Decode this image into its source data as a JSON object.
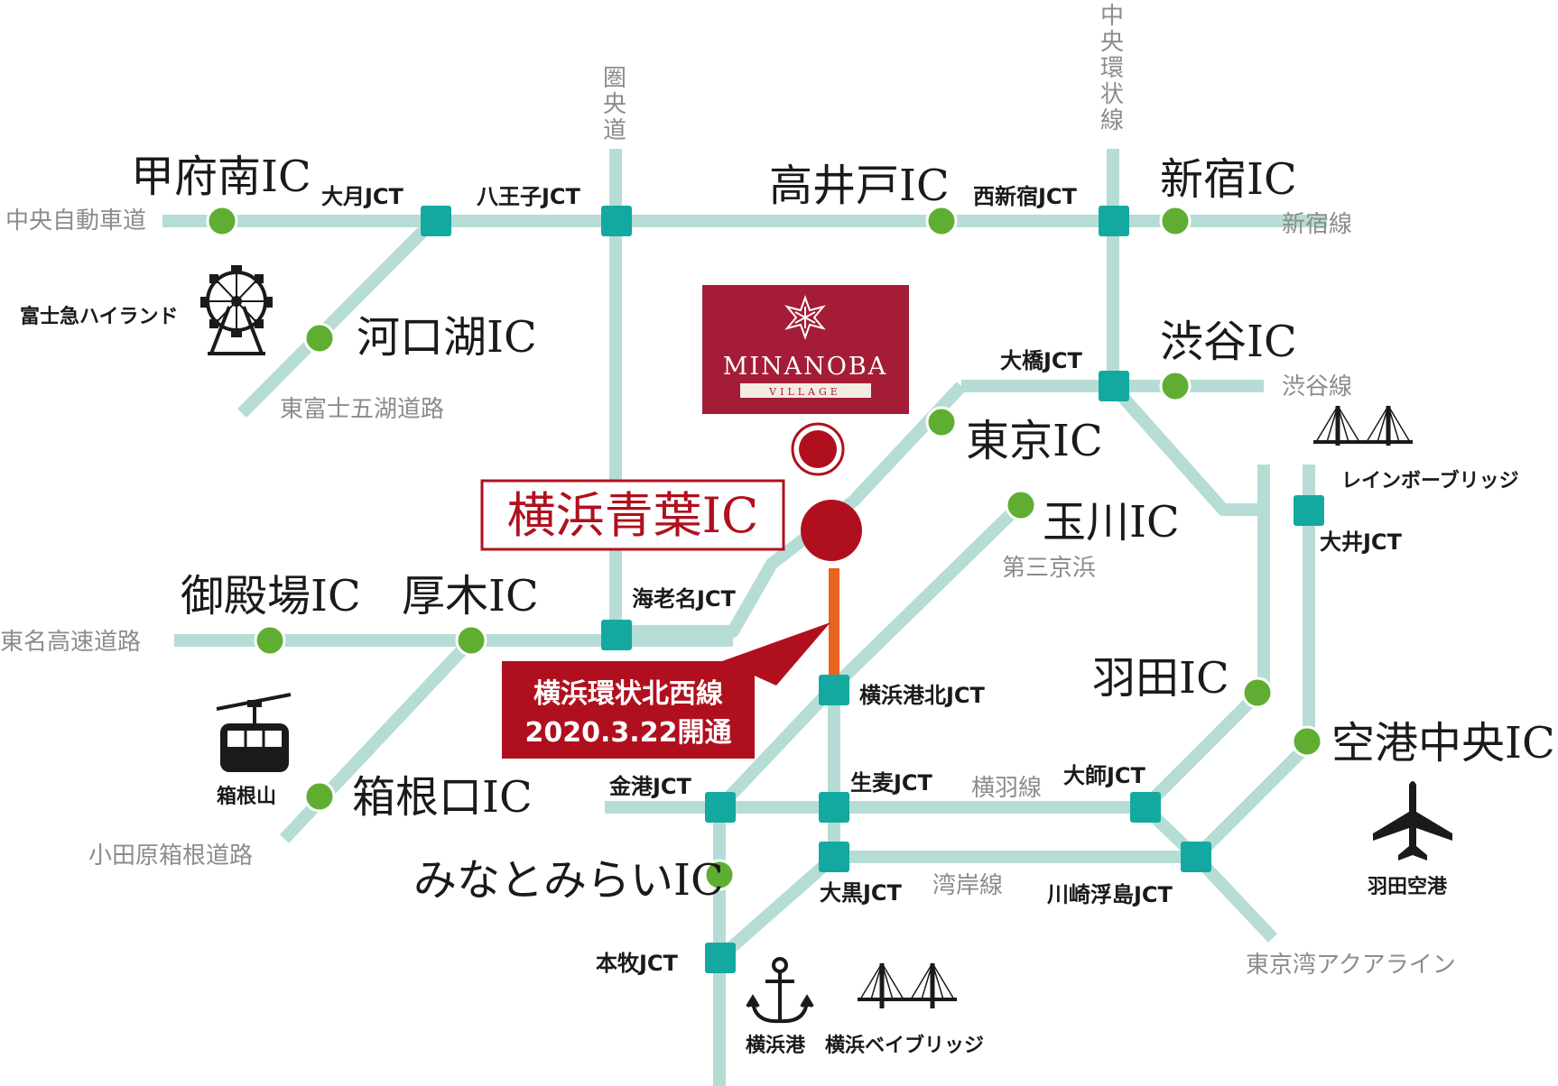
{
  "colors": {
    "road": "#b5ddd5",
    "ic": "#5fae32",
    "jct": "#14a9a0",
    "accent": "#b0101e",
    "new_line": "#e8641e",
    "logo_bg": "#a51c36"
  },
  "logo": {
    "name": "MINANOBA",
    "sub": "VILLAGE"
  },
  "highlight": {
    "ic": "横浜青葉IC",
    "callout_line1": "横浜環状北西線",
    "callout_line2": "2020.3.22開通"
  },
  "ics": {
    "kofu_minami": "甲府南IC",
    "takaido": "高井戸IC",
    "shinjuku": "新宿IC",
    "kawaguchiko": "河口湖IC",
    "shibuya": "渋谷IC",
    "tokyo": "東京IC",
    "tamagawa": "玉川IC",
    "gotemba": "御殿場IC",
    "atsugi": "厚木IC",
    "haneda": "羽田IC",
    "kuko_chuo": "空港中央IC",
    "hakoneguchi": "箱根口IC",
    "minatomirai": "みなとみらいIC"
  },
  "jcts": {
    "otsuki": "大月JCT",
    "hachioji": "八王子JCT",
    "nishishinjuku": "西新宿JCT",
    "ohashi": "大橋JCT",
    "oi": "大井JCT",
    "ebina": "海老名JCT",
    "yokohamako_kita": "横浜港北JCT",
    "kanako": "金港JCT",
    "namamugi": "生麦JCT",
    "daishi": "大師JCT",
    "daikoku": "大黒JCT",
    "kawasaki_ukishima": "川崎浮島JCT",
    "honmoku": "本牧JCT"
  },
  "roads": {
    "chuo_expressway": "中央自動車道",
    "shinjuku_line": "新宿線",
    "ken_o_do": [
      "圏",
      "央",
      "道"
    ],
    "chuo_kanjo": [
      "中",
      "央",
      "環",
      "状",
      "線"
    ],
    "higashi_fuji": "東富士五湖道路",
    "shibuya_line": "渋谷線",
    "daisan_keihin": "第三京浜",
    "tomei": "東名高速道路",
    "yokohane": "横羽線",
    "wangan": "湾岸線",
    "odawara_hakone": "小田原箱根道路",
    "aqua_line": "東京湾アクアライン"
  },
  "landmarks": {
    "fujikyu": "富士急ハイランド",
    "hakone_yama": "箱根山",
    "rainbow_bridge": "レインボーブリッジ",
    "haneda_airport": "羽田空港",
    "yokohama_port": "横浜港",
    "bay_bridge": "横浜ベイブリッジ"
  },
  "icon_names": [
    "ferris-wheel-icon",
    "ropeway-icon",
    "bridge-icon",
    "airplane-icon",
    "anchor-icon",
    "logo-star-icon"
  ]
}
